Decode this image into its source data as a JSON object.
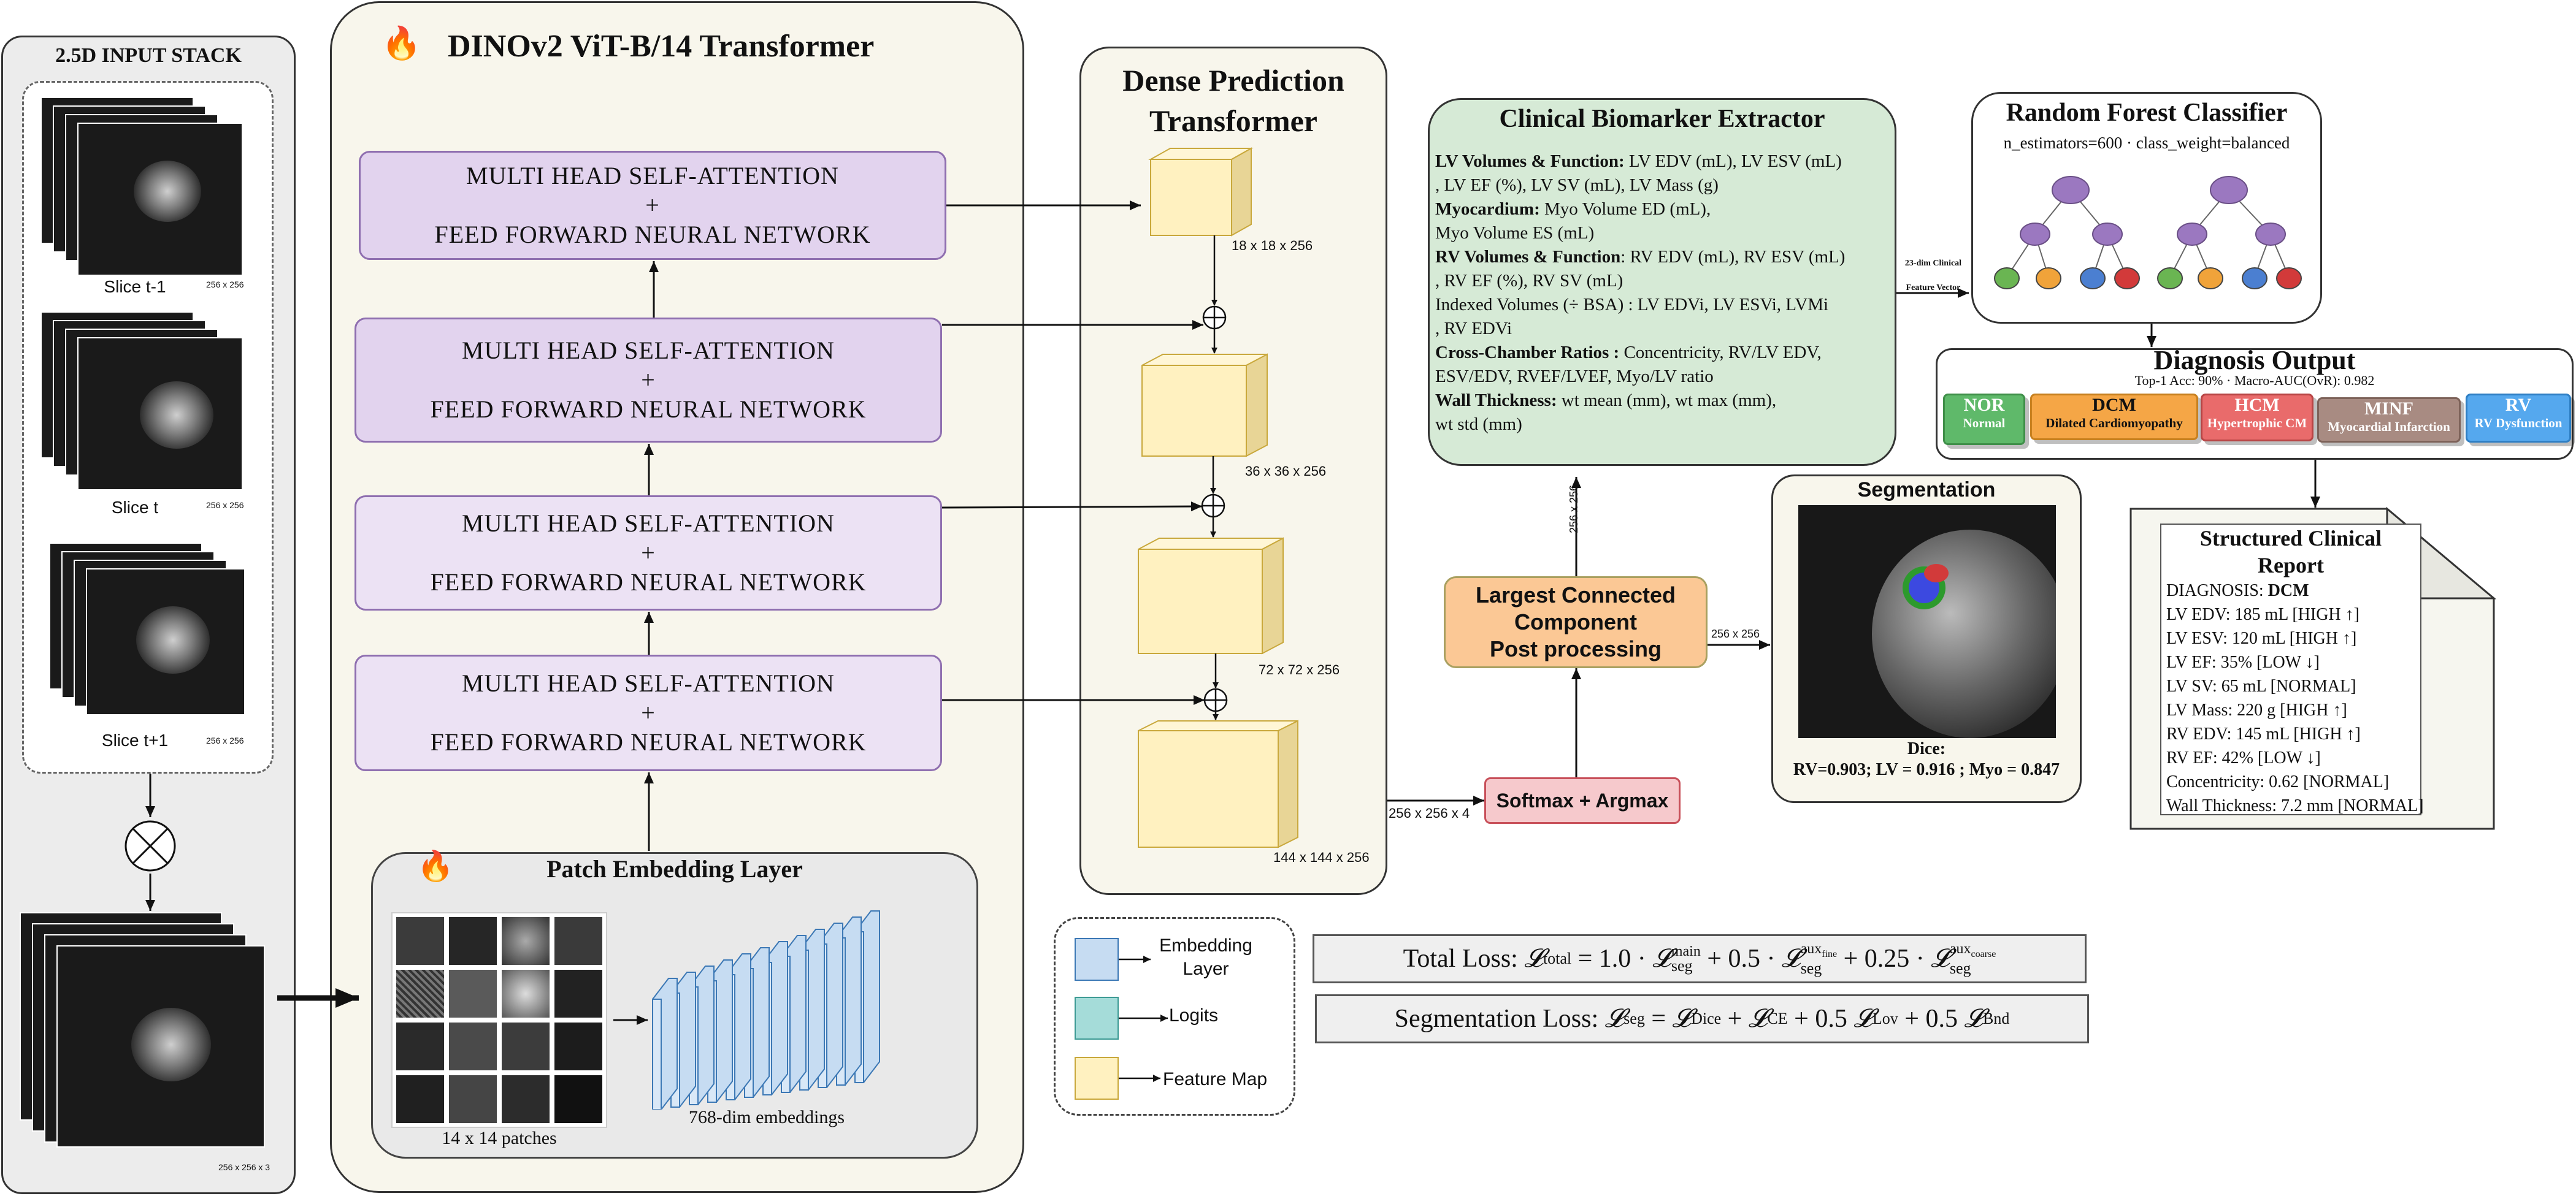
{
  "input_stack": {
    "title": "2.5D INPUT STACK",
    "slices": [
      {
        "label": "Slice t-1",
        "size": "256 x 256"
      },
      {
        "label": "Slice t",
        "size": "256 x 256"
      },
      {
        "label": "Slice t+1",
        "size": "256 x 256"
      }
    ],
    "combined_size": "256 x 256 x 3"
  },
  "dino": {
    "title": "DINOv2 ViT-B/14 Transformer",
    "blocks": [
      {
        "line1": "MULTI HEAD SELF-ATTENTION",
        "plus": "+",
        "line2": "FEED FORWARD NEURAL NETWORK"
      },
      {
        "line1": "MULTI HEAD SELF-ATTENTION",
        "plus": "+",
        "line2": "FEED FORWARD NEURAL NETWORK"
      },
      {
        "line1": "MULTI HEAD SELF-ATTENTION",
        "plus": "+",
        "line2": "FEED FORWARD NEURAL NETWORK"
      },
      {
        "line1": "MULTI HEAD SELF-ATTENTION",
        "plus": "+",
        "line2": "FEED FORWARD NEURAL NETWORK"
      }
    ],
    "patch": {
      "title": "Patch Embedding Layer",
      "patches_label": "14 x 14 patches",
      "embeddings_label": "768-dim embeddings"
    }
  },
  "dpt": {
    "title_line1": "Dense Prediction",
    "title_line2": "Transformer",
    "features": [
      "18 x 18 x 256",
      "36 x 36 x 256",
      "72 x 72 x 256",
      "144 x 144 x 256"
    ]
  },
  "edge_labels": {
    "dpt_out": "256 x 256 x 4",
    "post_out": "256 x 256",
    "post_up": "256 x 256",
    "feature_vector_1": "23-dim Clinical",
    "feature_vector_2": "Feature Vector"
  },
  "softmax": {
    "label": "Softmax + Argmax"
  },
  "postproc": {
    "line1": "Largest Connected",
    "line2": "Component",
    "line3": "Post processing"
  },
  "segmentation": {
    "title": "Segmentation",
    "dice_title": "Dice:",
    "dice_values": "RV=0.903; LV = 0.916 ; Myo = 0.847"
  },
  "biomarker": {
    "title": "Clinical Biomarker Extractor",
    "lines": [
      {
        "bold": "LV Volumes & Function:",
        "text": " LV EDV (mL), LV ESV (mL)"
      },
      {
        "bold": "",
        "text": ", LV EF (%), LV SV (mL), LV Mass (g)"
      },
      {
        "bold": "Myocardium:",
        "text": " Myo Volume ED (mL),"
      },
      {
        "bold": "",
        "text": "Myo Volume ES (mL)"
      },
      {
        "bold": "RV Volumes & Function",
        "text": ": RV EDV (mL), RV ESV (mL)"
      },
      {
        "bold": "",
        "text": ", RV EF (%), RV SV (mL)"
      },
      {
        "bold": "",
        "text": "Indexed Volumes (÷ BSA) : LV EDVi, LV ESVi, LVMi"
      },
      {
        "bold": "",
        "text": ", RV EDVi"
      },
      {
        "bold": "Cross-Chamber Ratios :",
        "text": " Concentricity, RV/LV EDV,"
      },
      {
        "bold": "",
        "text": "ESV/EDV, RVEF/LVEF, Myo/LV ratio"
      },
      {
        "bold": "Wall Thickness:",
        "text": " wt mean (mm), wt max (mm),"
      },
      {
        "bold": "",
        "text": "wt std (mm)"
      }
    ]
  },
  "rf": {
    "title": "Random Forest Classifier",
    "params": "n_estimators=600 · class_weight=balanced"
  },
  "diagnosis": {
    "title": "Diagnosis Output",
    "metrics": "Top-1 Acc: 90% · Macro-AUC(OvR): 0.982",
    "classes": [
      {
        "short": "NOR",
        "long": "Normal",
        "color": "#5fb96a",
        "border": "#3f8f49"
      },
      {
        "short": "DCM",
        "long": "Dilated Cardiomyopathy",
        "color": "#f5a646",
        "border": "#c7801f"
      },
      {
        "short": "HCM",
        "long": "Hypertrophic CM",
        "color": "#e96b6b",
        "border": "#b84545"
      },
      {
        "short": "MINF",
        "long": "Myocardial Infarction",
        "color": "#a88b82",
        "border": "#7d6259"
      },
      {
        "short": "RV",
        "long": "RV Dysfunction",
        "color": "#55a8ee",
        "border": "#2f7fc4"
      }
    ]
  },
  "report": {
    "title_line1": "Structured Clinical",
    "title_line2": "Report",
    "diagnosis_label": "DIAGNOSIS:",
    "diagnosis_value": "DCM",
    "lines": [
      "LV EDV: 185 mL [HIGH ↑]",
      "LV ESV: 120 mL [HIGH ↑]",
      "LV EF: 35% [LOW ↓]",
      "LV SV: 65 mL [NORMAL]",
      "LV Mass: 220 g [HIGH ↑]",
      "RV EDV: 145 mL [HIGH ↑]",
      "RV EF: 42% [LOW ↓]",
      "Concentricity: 0.62 [NORMAL]",
      "Wall Thickness: 7.2 mm [NORMAL]"
    ]
  },
  "legend": {
    "items": [
      {
        "label_line1": "Embedding",
        "label_line2": "Layer",
        "color": "#c6dcf2",
        "border": "#3c78b5"
      },
      {
        "label_line1": "Logits",
        "label_line2": "",
        "color": "#a5dcd9",
        "border": "#3c9a94"
      },
      {
        "label_line1": "Feature Map",
        "label_line2": "",
        "color": "#fff1c0",
        "border": "#c9a83c"
      }
    ]
  },
  "losses": {
    "total_prefix": "Total Loss:",
    "seg_prefix": "Segmentation Loss:"
  },
  "colors": {
    "panel_bg": "#f8f6ec",
    "input_bg": "#ececec",
    "biomarker_bg": "#d6ead6",
    "softmax_bg": "#f6c9cc",
    "postproc_bg": "#fbc895",
    "feature_map": "#fff1c0",
    "embedding": "#c6dcf2",
    "attention_block": "#e2d3ee"
  }
}
